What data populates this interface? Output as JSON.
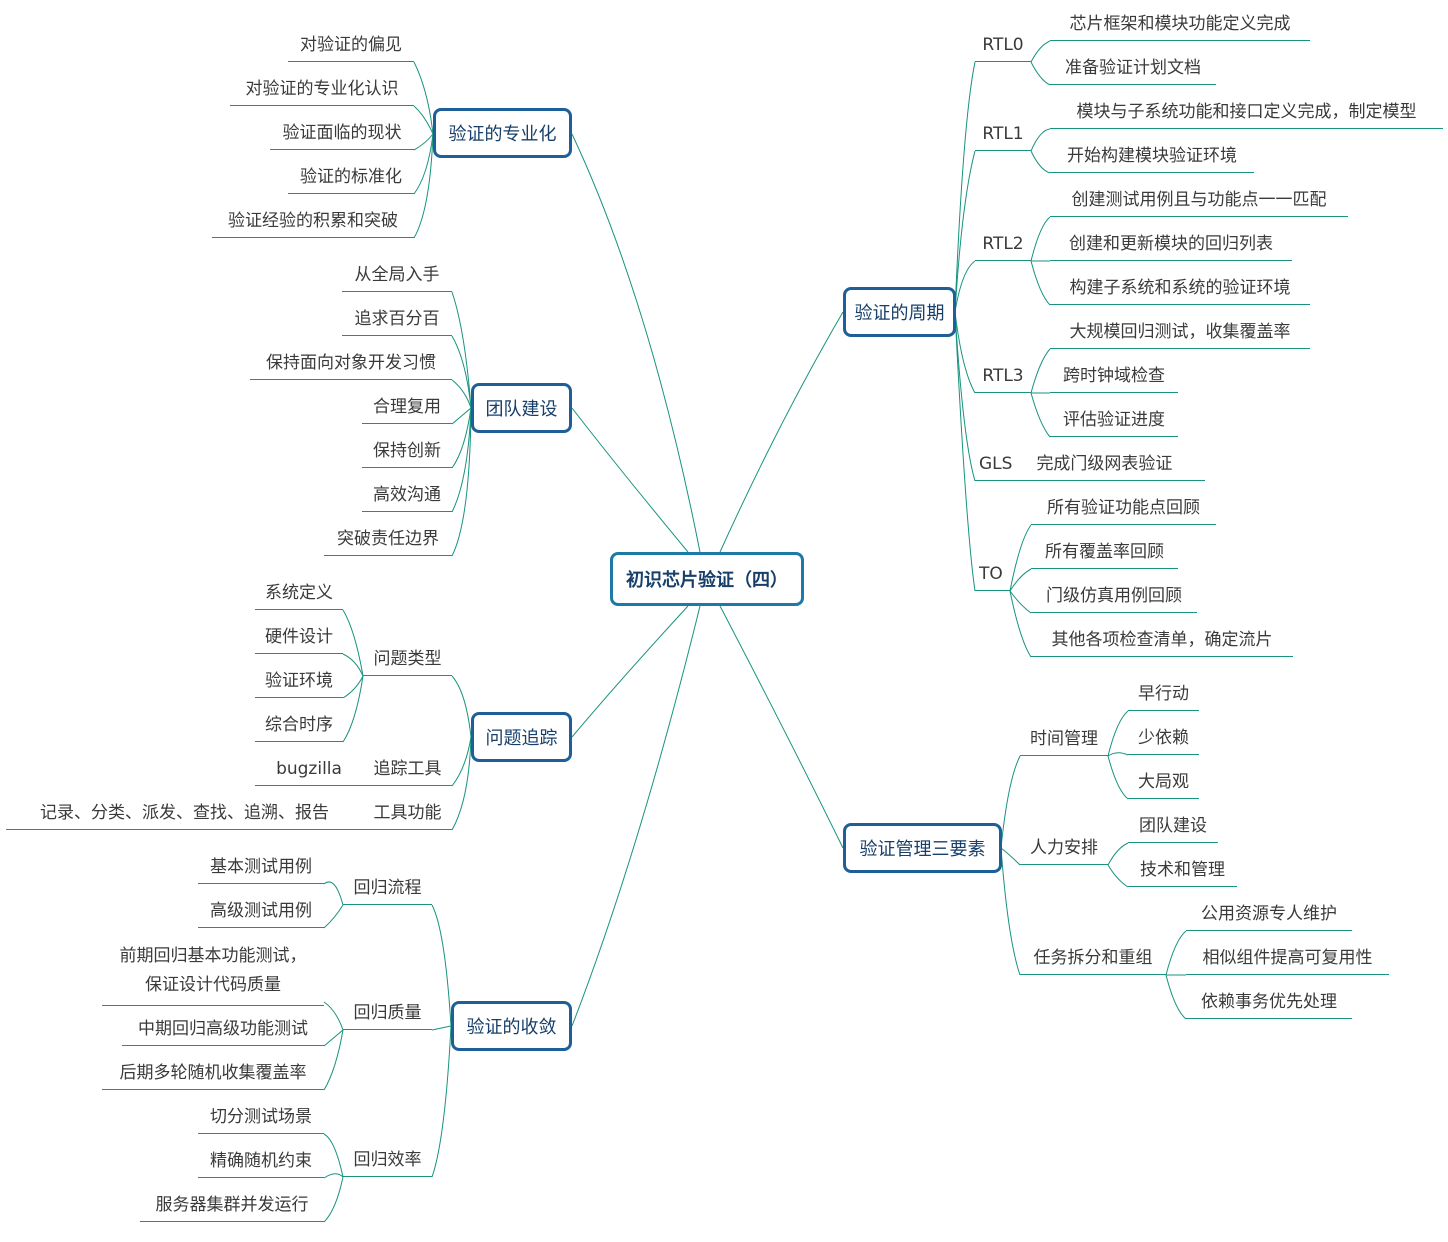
{
  "root": "初识芯片验证（四）",
  "colors": {
    "line": "#17937e",
    "box_border": "#1f5f99",
    "root_border": "#1e79a8",
    "text": "#3a3a3a",
    "box_text": "#173f6a"
  },
  "left": {
    "specialization": {
      "title": "验证的专业化",
      "items": [
        "对验证的偏见",
        "对验证的专业化认识",
        "验证面临的现状",
        "验证的标准化",
        "验证经验的积累和突破"
      ]
    },
    "team": {
      "title": "团队建设",
      "items": [
        "从全局入手",
        "追求百分百",
        "保持面向对象开发习惯",
        "合理复用",
        "保持创新",
        "高效沟通",
        "突破责任边界"
      ]
    },
    "tracking": {
      "title": "问题追踪",
      "types": {
        "label": "问题类型",
        "items": [
          "系统定义",
          "硬件设计",
          "验证环境",
          "综合时序"
        ]
      },
      "tool": {
        "label": "追踪工具",
        "item": "bugzilla"
      },
      "func": {
        "label": "工具功能",
        "item": "记录、分类、派发、查找、追溯、报告"
      }
    },
    "convergence": {
      "title": "验证的收敛",
      "flow": {
        "label": "回归流程",
        "items": [
          "基本测试用例",
          "高级测试用例"
        ]
      },
      "quality": {
        "label": "回归质量",
        "items": [
          [
            "前期回归基本功能测试，",
            "保证设计代码质量"
          ],
          "中期回归高级功能测试",
          "后期多轮随机收集覆盖率"
        ]
      },
      "efficiency": {
        "label": "回归效率",
        "items": [
          "切分测试场景",
          "精确随机约束",
          "服务器集群并发运行"
        ]
      }
    }
  },
  "right": {
    "cycle": {
      "title": "验证的周期",
      "stages": [
        {
          "label": "RTL0",
          "items": [
            "芯片框架和模块功能定义完成",
            "准备验证计划文档"
          ]
        },
        {
          "label": "RTL1",
          "items": [
            "模块与子系统功能和接口定义完成，制定模型",
            "开始构建模块验证环境"
          ]
        },
        {
          "label": "RTL2",
          "items": [
            "创建测试用例且与功能点一一匹配",
            "创建和更新模块的回归列表",
            "构建子系统和系统的验证环境"
          ]
        },
        {
          "label": "RTL3",
          "items": [
            "大规模回归测试，收集覆盖率",
            "跨时钟域检查",
            "评估验证进度"
          ]
        },
        {
          "label": "GLS",
          "items": [
            "完成门级网表验证"
          ]
        },
        {
          "label": "TO",
          "items": [
            "所有验证功能点回顾",
            "所有覆盖率回顾",
            "门级仿真用例回顾",
            "其他各项检查清单，确定流片"
          ]
        }
      ]
    },
    "management": {
      "title": "验证管理三要素",
      "time": {
        "label": "时间管理",
        "items": [
          "早行动",
          "少依赖",
          "大局观"
        ]
      },
      "people": {
        "label": "人力安排",
        "items": [
          "团队建设",
          "技术和管理"
        ]
      },
      "tasks": {
        "label": "任务拆分和重组",
        "items": [
          "公用资源专人维护",
          "相似组件提高可复用性",
          "依赖事务优先处理"
        ]
      }
    }
  }
}
